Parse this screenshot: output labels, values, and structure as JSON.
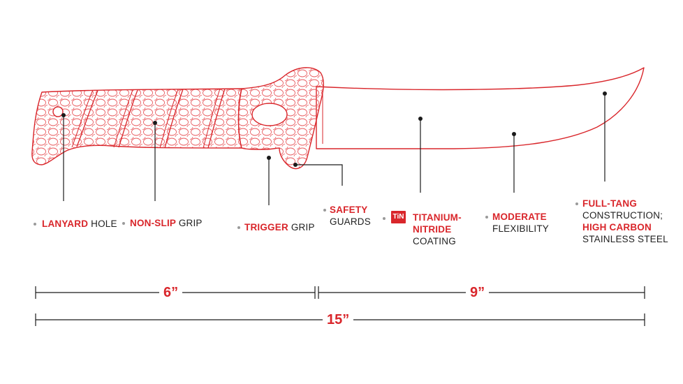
{
  "colors": {
    "accent": "#d9262b",
    "text": "#222222",
    "line": "#1a1a1a",
    "bullet": "#9a9a9a"
  },
  "features": [
    {
      "id": "lanyard",
      "highlight": "LANYARD",
      "rest": "HOLE"
    },
    {
      "id": "nonslip",
      "highlight": "NON-SLIP",
      "rest": "GRIP"
    },
    {
      "id": "trigger",
      "highlight": "TRIGGER",
      "rest": "GRIP"
    },
    {
      "id": "safety",
      "highlight": "SAFETY",
      "rest": "GUARDS"
    },
    {
      "id": "tin",
      "badge": "TiN",
      "highlight1": "TITANIUM-",
      "highlight2": "NITRIDE",
      "rest": "COATING"
    },
    {
      "id": "flex",
      "highlight": "MODERATE",
      "rest": "FLEXIBILITY"
    },
    {
      "id": "tang",
      "highlight1": "FULL-TANG",
      "line2": "CONSTRUCTION;",
      "highlight2": "HIGH CARBON",
      "line4": "STAINLESS STEEL"
    }
  ],
  "dimensions": {
    "handle": "6”",
    "blade": "9”",
    "total": "15”"
  }
}
